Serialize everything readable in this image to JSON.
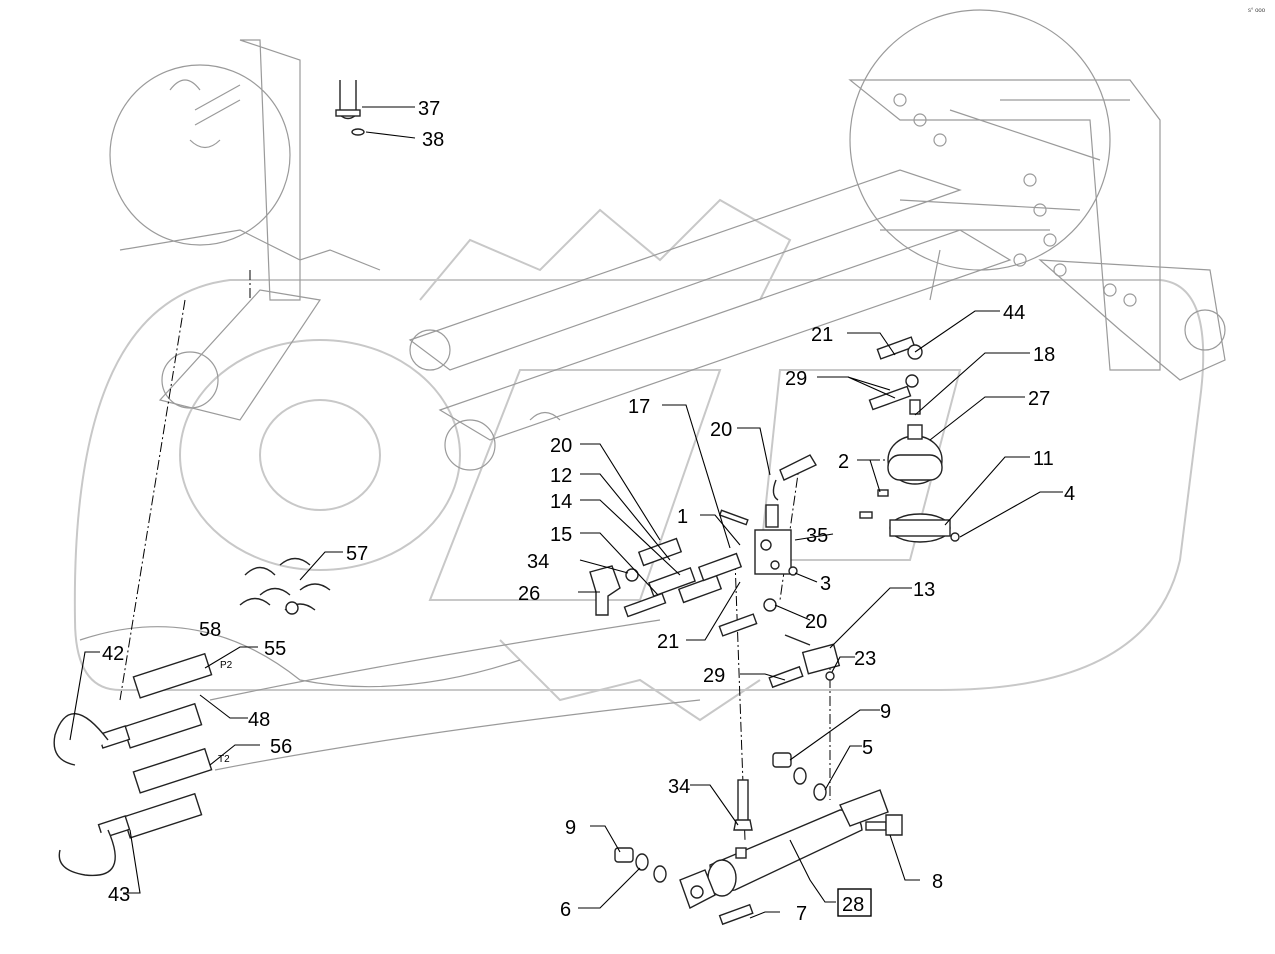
{
  "diagram": {
    "corner_mark": "s° ooo",
    "frame_box_label": "28",
    "callouts": [
      "37",
      "38",
      "44",
      "21",
      "18",
      "29",
      "27",
      "17",
      "20",
      "2",
      "11",
      "4",
      "20",
      "12",
      "14",
      "1",
      "35",
      "15",
      "34",
      "3",
      "26",
      "21",
      "20",
      "13",
      "57",
      "58",
      "55",
      "42",
      "23",
      "29",
      "48",
      "56",
      "9",
      "5",
      "34",
      "9",
      "8",
      "6",
      "7",
      "43"
    ],
    "hose_labels": [
      "P2",
      "T2"
    ]
  }
}
